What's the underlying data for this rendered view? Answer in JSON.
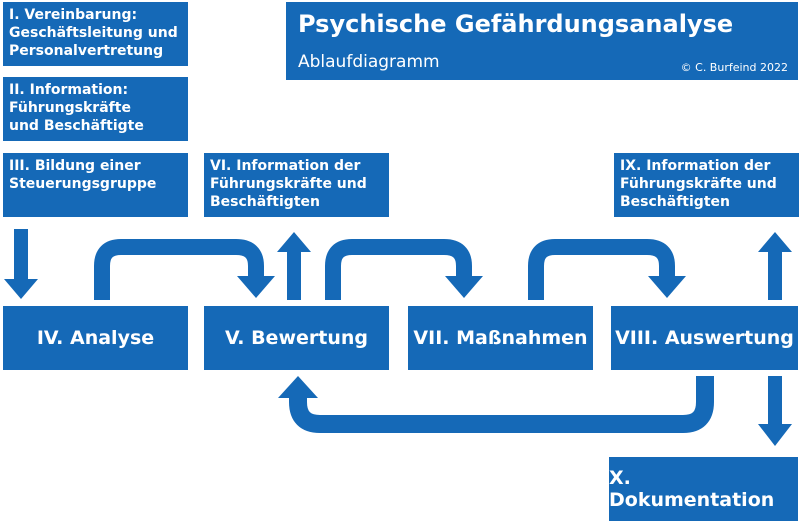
{
  "title": {
    "main": "Psychische Gefährdungsanalyse",
    "sub": "Ablaufdiagramm",
    "copyright": "© C. Burfeind 2022"
  },
  "steps": {
    "s1": "I. Vereinbarung:\nGeschäftsleitung und\nPersonalvertretung",
    "s2": "II. Information:\nFührungskräfte\nund Beschäftigte",
    "s3": "III. Bildung einer\nSteuerungsgruppe",
    "s4": "IV. Analyse",
    "s5": "V. Bewertung",
    "s6": "VI. Information der\nFührungskräfte und\nBeschäftigten",
    "s7": "VII. Maßnahmen",
    "s8": "VIII. Auswertung",
    "s9": "IX. Information der\nFührungskräfte und\nBeschäftigten",
    "s10": "X. Dokumentation"
  },
  "colors": {
    "box": "#1569b7",
    "text": "#ffffff",
    "background": "#ffffff"
  }
}
